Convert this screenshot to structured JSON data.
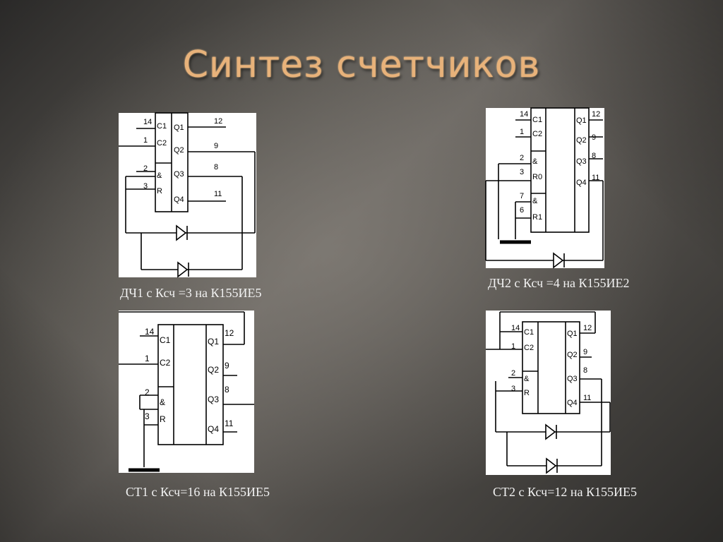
{
  "slide": {
    "title": "Синтез счетчиков",
    "circuits": [
      {
        "caption": "ДЧ1 с Ксч =3 на К155ИЕ5",
        "pins": [
          "14",
          "1",
          "2",
          "3",
          "12",
          "9",
          "8",
          "11"
        ],
        "labels": [
          "C1",
          "C2",
          "&",
          "R",
          "Q1",
          "Q2",
          "Q3",
          "Q4"
        ]
      },
      {
        "caption": "ДЧ2 с Ксч =4 на К155ИЕ2",
        "pins": [
          "14",
          "1",
          "2",
          "3",
          "7",
          "6",
          "12",
          "9",
          "8",
          "11"
        ],
        "labels": [
          "C1",
          "C2",
          "&",
          "R0",
          "&",
          "R1",
          "Q1",
          "Q2",
          "Q3",
          "Q4"
        ]
      },
      {
        "caption": "СТ1 с Ксч=16 на К155ИЕ5",
        "pins": [
          "14",
          "1",
          "2",
          "3",
          "12",
          "9",
          "8",
          "11"
        ],
        "labels": [
          "C1",
          "C2",
          "&",
          "R",
          "Q1",
          "Q2",
          "Q3",
          "Q4"
        ]
      },
      {
        "caption": "СТ2 с Ксч=12 на К155ИЕ5",
        "pins": [
          "14",
          "1",
          "2",
          "3",
          "12",
          "9",
          "8",
          "11"
        ],
        "labels": [
          "C1",
          "C2",
          "&",
          "R",
          "Q1",
          "Q2",
          "Q3",
          "Q4"
        ]
      }
    ]
  }
}
